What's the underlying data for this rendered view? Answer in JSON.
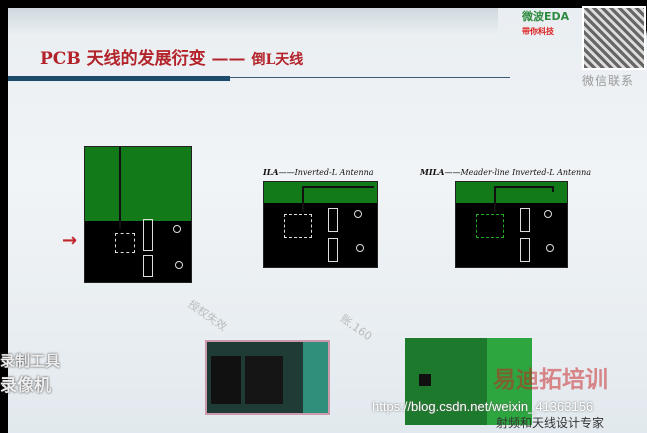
{
  "slide": {
    "title_main": "PCB 天线的发展衍变 ——",
    "title_sub": "倒L天线"
  },
  "logo": {
    "brand": "微波EDA",
    "hot": "带你科技",
    "wechat": "微信联系"
  },
  "captions": {
    "ila_abbr": "ILA",
    "ila_full": "——Inverted-L Antenna",
    "mila_abbr": "MILA",
    "mila_full": "——Meader-line Inverted-L Antenna"
  },
  "arrow": "→",
  "watermarks": {
    "left1": "录制工具",
    "left2": "录像机",
    "csdn": "https://blog.csdn.net/weixin_41363156",
    "brand2": "易迪拓培训",
    "brand2_sub": "射频和天线设计专家",
    "diag1": "授权失效",
    "diag2": "账,160"
  },
  "colors": {
    "title": "#b3232a",
    "pcb_green": "#127a18",
    "bar": "#1d4b6b"
  }
}
